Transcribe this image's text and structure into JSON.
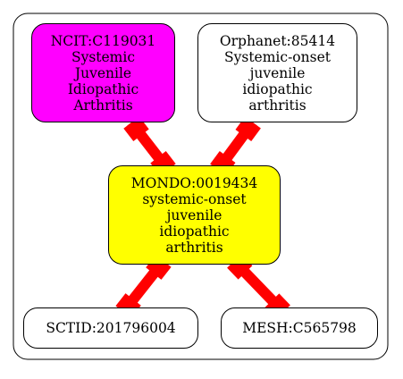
{
  "colors": {
    "edge": "#ff0000",
    "highlight_source": "#ff00ff",
    "highlight_center": "#ffff00",
    "default_node": "#ffffff",
    "border": "#000000"
  },
  "nodes": {
    "ncit": {
      "lines": [
        "NCIT:C119031",
        "Systemic",
        "Juvenile",
        "Idiopathic",
        "Arthritis"
      ],
      "fill": "#ff00ff"
    },
    "orphanet": {
      "lines": [
        "Orphanet:85414",
        "Systemic-onset",
        "juvenile",
        "idiopathic",
        "arthritis"
      ],
      "fill": "#ffffff"
    },
    "mondo": {
      "lines": [
        "MONDO:0019434",
        "systemic-onset",
        "juvenile",
        "idiopathic",
        "arthritis"
      ],
      "fill": "#ffff00"
    },
    "sctid": {
      "lines": [
        "SCTID:201796004"
      ],
      "fill": "#ffffff"
    },
    "mesh": {
      "lines": [
        "MESH:C565798"
      ],
      "fill": "#ffffff"
    }
  },
  "edges": [
    {
      "from": "ncit",
      "to": "mondo"
    },
    {
      "from": "orphanet",
      "to": "mondo"
    },
    {
      "from": "mondo",
      "to": "sctid"
    },
    {
      "from": "mondo",
      "to": "mesh"
    }
  ]
}
